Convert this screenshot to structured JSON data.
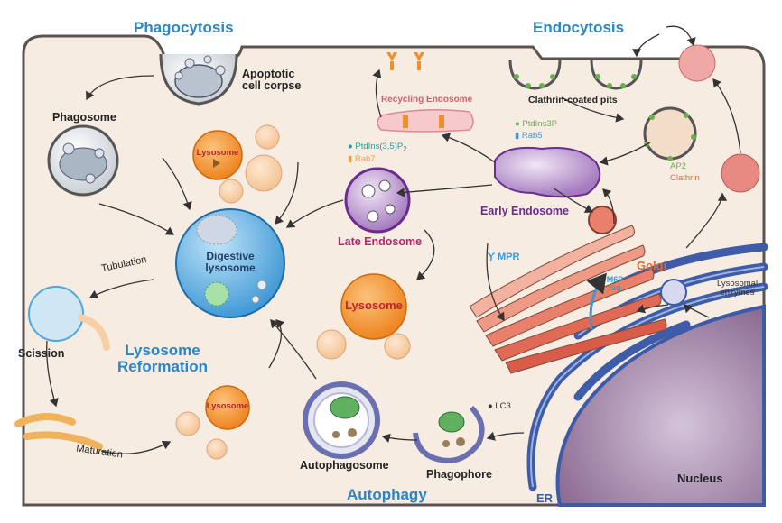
{
  "titles": {
    "phagocytosis": "Phagocytosis",
    "endocytosis": "Endocytosis",
    "autophagy": "Autophagy",
    "lysosome_reformation_1": "Lysosome",
    "lysosome_reformation_2": "Reformation"
  },
  "labels": {
    "apoptotic_1": "Apoptotic",
    "apoptotic_2": "cell corpse",
    "phagosome": "Phagosome",
    "lysosome_small": "Lysosome",
    "lysosome_large": "Lysosome",
    "lysosome_bottom": "Lysosome",
    "recycling_endosome": "Recycling Endosome",
    "clathrin_pits": "Clathrin-coated pits",
    "ptdins3p": "PtdIns3P",
    "rab5": "Rab5",
    "ptdins35p2": "PtdIns(3,5)P",
    "ptdins35p2_sub": "2",
    "rab7": "Rab7",
    "ap2": "AP2",
    "clathrin": "Clathrin",
    "early_endosome": "Early Endosome",
    "late_endosome": "Late Endosome",
    "digestive_1": "Digestive",
    "digestive_2": "lysosome",
    "tubulation": "Tubulation",
    "scission": "Scission",
    "maturation": "Maturation",
    "mpr": "MPR",
    "golgi": "Golgi",
    "m6p_1": "M6P",
    "m6p_2": "tag",
    "lysosomal_enzymes_1": "Lysosomal",
    "lysosomal_enzymes_2": "enzymes",
    "lc3": "LC3",
    "autophagosome": "Autophagosome",
    "phagophore": "Phagophore",
    "er": "ER",
    "nucleus": "Nucleus"
  },
  "colors": {
    "cell_fill": "#f7ece2",
    "membrane": "#5a5350",
    "lysosome_orange": "#f0902a",
    "lysosome_pale": "#f6cfa6",
    "digestive_blue": "#4ea6de",
    "er_blue": "#3b5ba8",
    "nucleus_purple": "#8e6c93",
    "golgi_red": "#e8806b",
    "heading_blue": "#2a86c5",
    "early_endo_purple": "#6a2d8f",
    "late_endo_magenta": "#b3286e"
  }
}
